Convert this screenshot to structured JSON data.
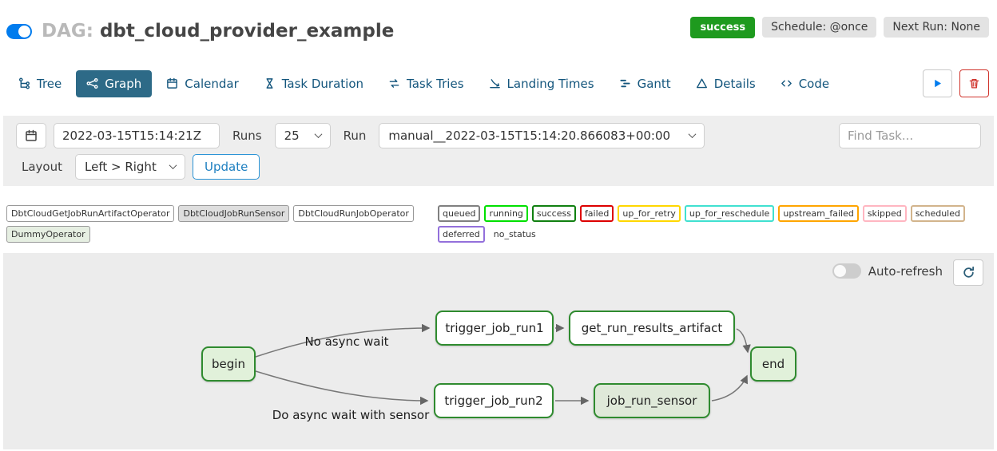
{
  "header": {
    "dag_label": "DAG:",
    "dag_title": "dbt_cloud_provider_example",
    "run_status_badge": "success",
    "schedule_badge": "Schedule: @once",
    "next_run_badge": "Next Run: None"
  },
  "tabs": [
    {
      "label": "Tree"
    },
    {
      "label": "Graph",
      "active": true
    },
    {
      "label": "Calendar"
    },
    {
      "label": "Task Duration"
    },
    {
      "label": "Task Tries"
    },
    {
      "label": "Landing Times"
    },
    {
      "label": "Gantt"
    },
    {
      "label": "Details"
    },
    {
      "label": "Code"
    }
  ],
  "filters": {
    "base_date_value": "2022-03-15T15:14:21Z",
    "runs_label": "Runs",
    "runs_value": "25",
    "run_label": "Run",
    "run_value": "manual__2022-03-15T15:14:20.866083+00:00",
    "find_task_placeholder": "Find Task...",
    "layout_label": "Layout",
    "layout_value": "Left > Right",
    "update_button": "Update"
  },
  "legend": {
    "operators": [
      {
        "label": "DbtCloudGetJobRunArtifactOperator",
        "bg": "#ffffff"
      },
      {
        "label": "DbtCloudJobRunSensor",
        "bg": "#dedede"
      },
      {
        "label": "DbtCloudRunJobOperator",
        "bg": "#ffffff"
      },
      {
        "label": "DummyOperator",
        "bg": "#e6efe2"
      }
    ],
    "statuses": [
      {
        "label": "queued",
        "color": "#808080"
      },
      {
        "label": "running",
        "color": "#00e000"
      },
      {
        "label": "success",
        "color": "#108010"
      },
      {
        "label": "failed",
        "color": "#dd0000"
      },
      {
        "label": "up_for_retry",
        "color": "#ffd700"
      },
      {
        "label": "up_for_reschedule",
        "color": "#40e0d0"
      },
      {
        "label": "upstream_failed",
        "color": "#ffa500"
      },
      {
        "label": "skipped",
        "color": "#ffb6c1"
      },
      {
        "label": "scheduled",
        "color": "#d2b48c"
      },
      {
        "label": "deferred",
        "color": "#9370db"
      },
      {
        "label": "no_status",
        "color": "transparent"
      }
    ]
  },
  "graph": {
    "auto_refresh_label": "Auto-refresh",
    "nodes": [
      {
        "label": "begin",
        "fill": "#e1f1da"
      },
      {
        "label": "trigger_job_run1",
        "fill": "#ffffff"
      },
      {
        "label": "get_run_results_artifact",
        "fill": "#ffffff"
      },
      {
        "label": "trigger_job_run2",
        "fill": "#ffffff"
      },
      {
        "label": "job_run_sensor",
        "fill": "#dfe9d9"
      },
      {
        "label": "end",
        "fill": "#e1f1da"
      }
    ],
    "edge_labels": [
      {
        "text": "No async wait"
      },
      {
        "text": "Do async wait with sensor"
      }
    ]
  },
  "colors": {
    "brand_blue": "#017cee",
    "active_tab_bg": "#2d6a87",
    "success_badge_bg": "#1e9a1e",
    "node_border_green": "#2f8b2f"
  }
}
